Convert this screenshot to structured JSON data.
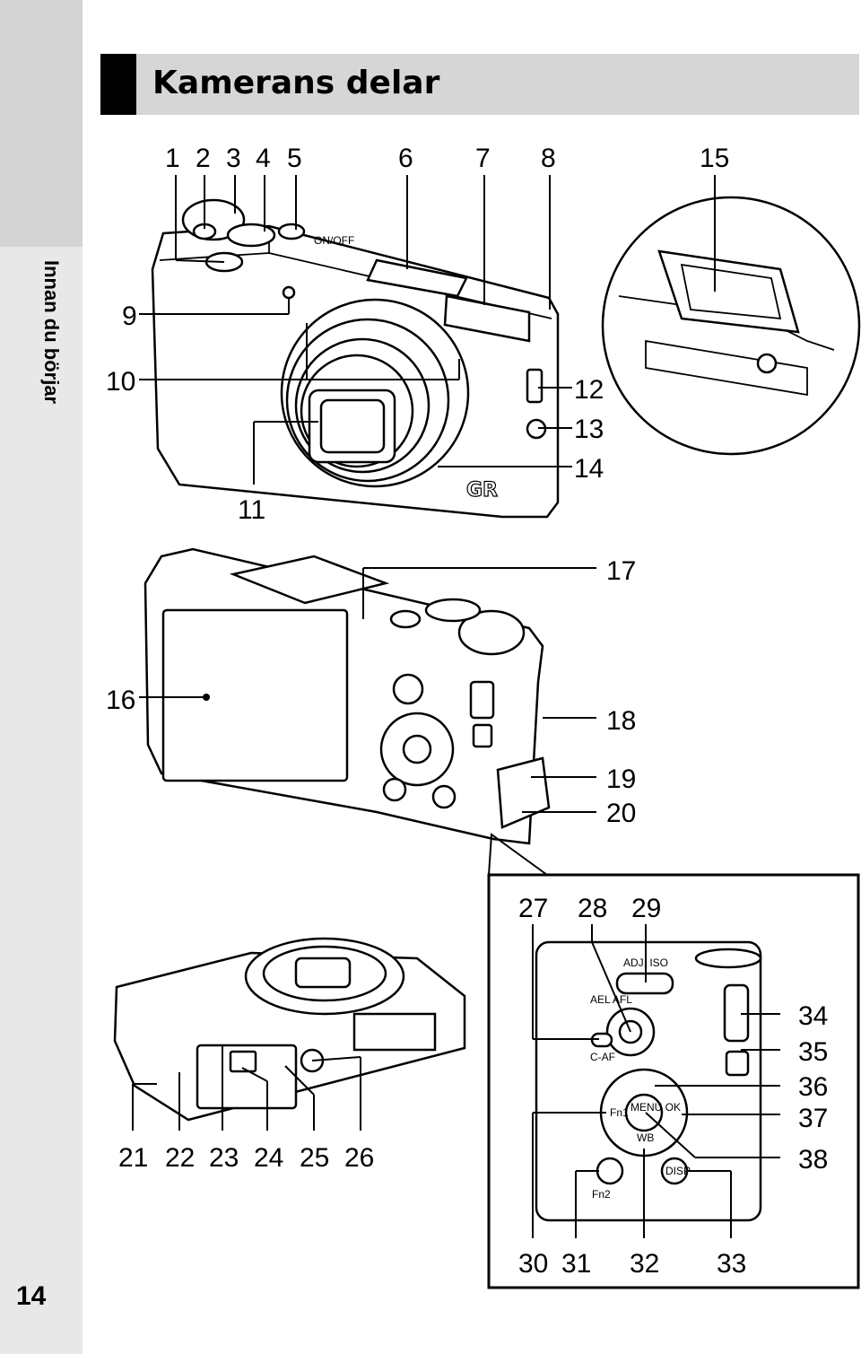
{
  "page": {
    "title": "Kamerans delar",
    "sidebar_label": "Innan du börjar",
    "page_number": "14"
  },
  "callouts": [
    "1",
    "2",
    "3",
    "4",
    "5",
    "6",
    "7",
    "8",
    "9",
    "10",
    "11",
    "12",
    "13",
    "14",
    "15",
    "16",
    "17",
    "18",
    "19",
    "20",
    "21",
    "22",
    "23",
    "24",
    "25",
    "26",
    "27",
    "28",
    "29",
    "30",
    "31",
    "32",
    "33",
    "34",
    "35",
    "36",
    "37",
    "38"
  ],
  "camera_labels": {
    "brand": "GR",
    "on_off": "ON/OFF",
    "adj_iso": "ADJ. ISO",
    "ael_afl": "AEL AFL",
    "caf": "C-AF",
    "fn1": "Fn1",
    "fn2": "Fn2",
    "menu_ok": "MENU OK",
    "wb": "WB",
    "disp": "DISP"
  }
}
